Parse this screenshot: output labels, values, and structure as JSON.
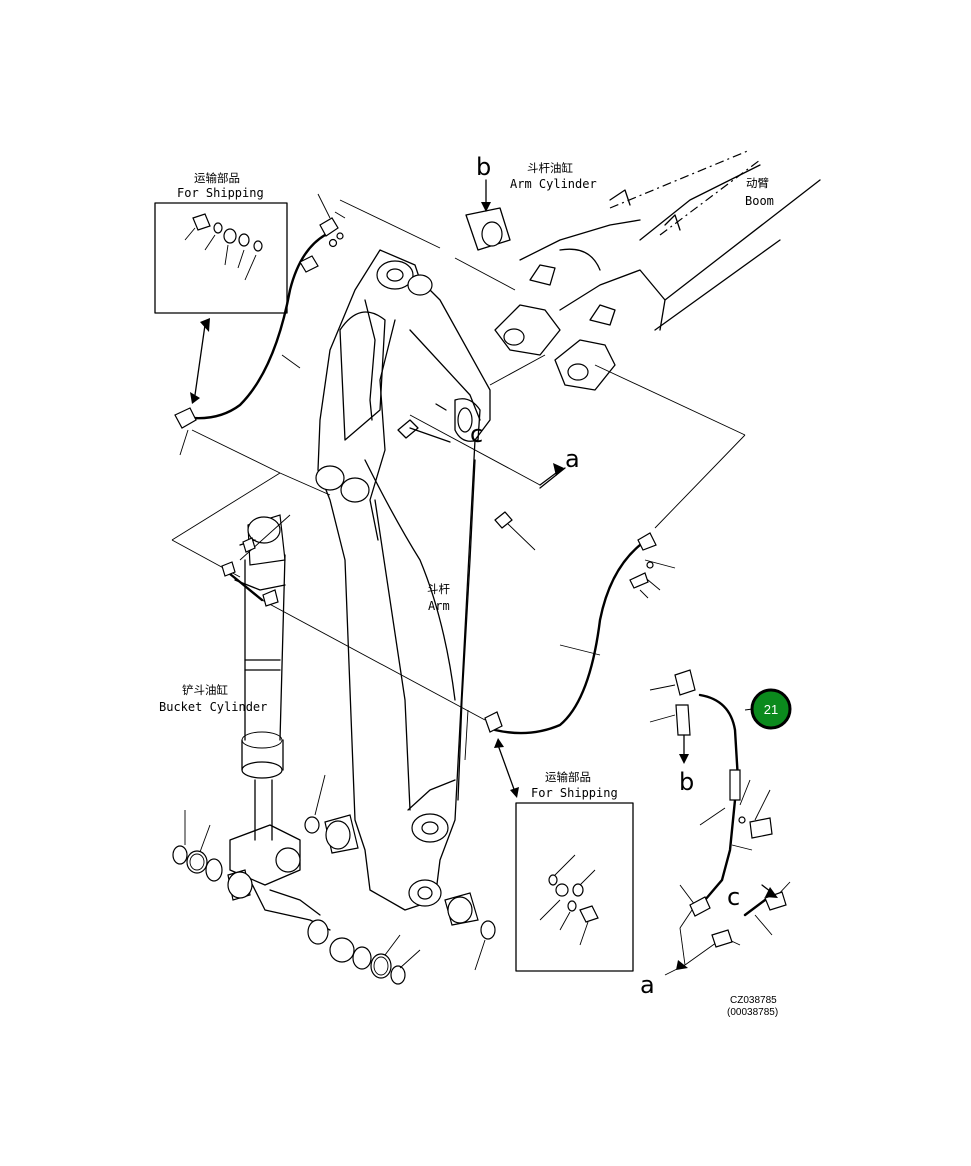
{
  "labels": {
    "arm_cylinder_cn": "斗杆油缸",
    "arm_cylinder_en": "Arm Cylinder",
    "boom_cn": "动臂",
    "boom_en": "Boom",
    "arm_cn": "斗杆",
    "arm_en": "Arm",
    "bucket_cylinder_cn": "铲斗油缸",
    "bucket_cylinder_en": "Bucket Cylinder",
    "shipping_top_cn": "运输部品",
    "shipping_top_en": "For Shipping",
    "shipping_bottom_cn": "运输部品",
    "shipping_bottom_en": "For Shipping"
  },
  "view_markers": {
    "b_top": "b",
    "c_mid": "c",
    "a_mid": "a",
    "b_detail": "b",
    "c_detail": "c",
    "a_detail": "a"
  },
  "callout": {
    "number": "21",
    "color": "#0b8a1d"
  },
  "drawing_code": {
    "line1": "CZ038785",
    "line2": "(00038785)"
  }
}
